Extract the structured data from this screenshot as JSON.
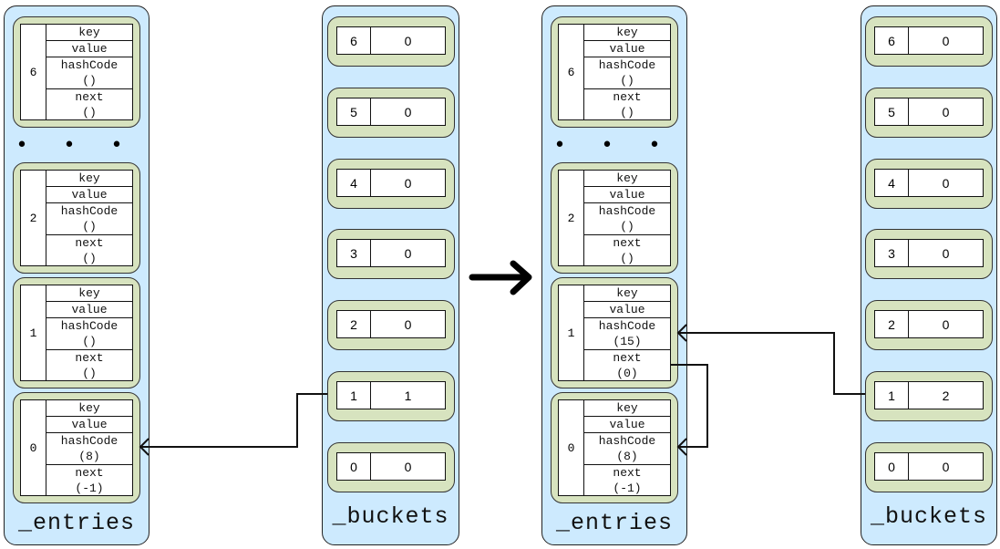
{
  "diagram": {
    "transition_arrow": "right-arrow-icon",
    "before": {
      "entries": {
        "title": "_entries",
        "ellipsis": "• • •",
        "items": [
          {
            "index": "6",
            "key": "key",
            "value": "value",
            "hashCode_label": "hashCode",
            "hashCode_val": "()",
            "next_label": "next",
            "next_val": "()"
          },
          {
            "index": "2",
            "key": "key",
            "value": "value",
            "hashCode_label": "hashCode",
            "hashCode_val": "()",
            "next_label": "next",
            "next_val": "()"
          },
          {
            "index": "1",
            "key": "key",
            "value": "value",
            "hashCode_label": "hashCode",
            "hashCode_val": "()",
            "next_label": "next",
            "next_val": "()"
          },
          {
            "index": "0",
            "key": "key",
            "value": "value",
            "hashCode_label": "hashCode",
            "hashCode_val": "(8)",
            "next_label": "next",
            "next_val": "(-1)"
          }
        ]
      },
      "buckets": {
        "title": "_buckets",
        "items": [
          {
            "index": "6",
            "value": "0"
          },
          {
            "index": "5",
            "value": "0"
          },
          {
            "index": "4",
            "value": "0"
          },
          {
            "index": "3",
            "value": "0"
          },
          {
            "index": "2",
            "value": "0"
          },
          {
            "index": "1",
            "value": "1"
          },
          {
            "index": "0",
            "value": "0"
          }
        ]
      }
    },
    "after": {
      "entries": {
        "title": "_entries",
        "ellipsis": "• • •",
        "items": [
          {
            "index": "6",
            "key": "key",
            "value": "value",
            "hashCode_label": "hashCode",
            "hashCode_val": "()",
            "next_label": "next",
            "next_val": "()"
          },
          {
            "index": "2",
            "key": "key",
            "value": "value",
            "hashCode_label": "hashCode",
            "hashCode_val": "()",
            "next_label": "next",
            "next_val": "()"
          },
          {
            "index": "1",
            "key": "key",
            "value": "value",
            "hashCode_label": "hashCode",
            "hashCode_val": "(15)",
            "next_label": "next",
            "next_val": "(0)"
          },
          {
            "index": "0",
            "key": "key",
            "value": "value",
            "hashCode_label": "hashCode",
            "hashCode_val": "(8)",
            "next_label": "next",
            "next_val": "(-1)"
          }
        ]
      },
      "buckets": {
        "title": "_buckets",
        "items": [
          {
            "index": "6",
            "value": "0"
          },
          {
            "index": "5",
            "value": "0"
          },
          {
            "index": "4",
            "value": "0"
          },
          {
            "index": "3",
            "value": "0"
          },
          {
            "index": "2",
            "value": "0"
          },
          {
            "index": "1",
            "value": "2"
          },
          {
            "index": "0",
            "value": "0"
          }
        ]
      }
    },
    "colors": {
      "panel_bg": "#cdeafe",
      "card_bg": "#d7e3bf",
      "line": "#111111"
    }
  }
}
